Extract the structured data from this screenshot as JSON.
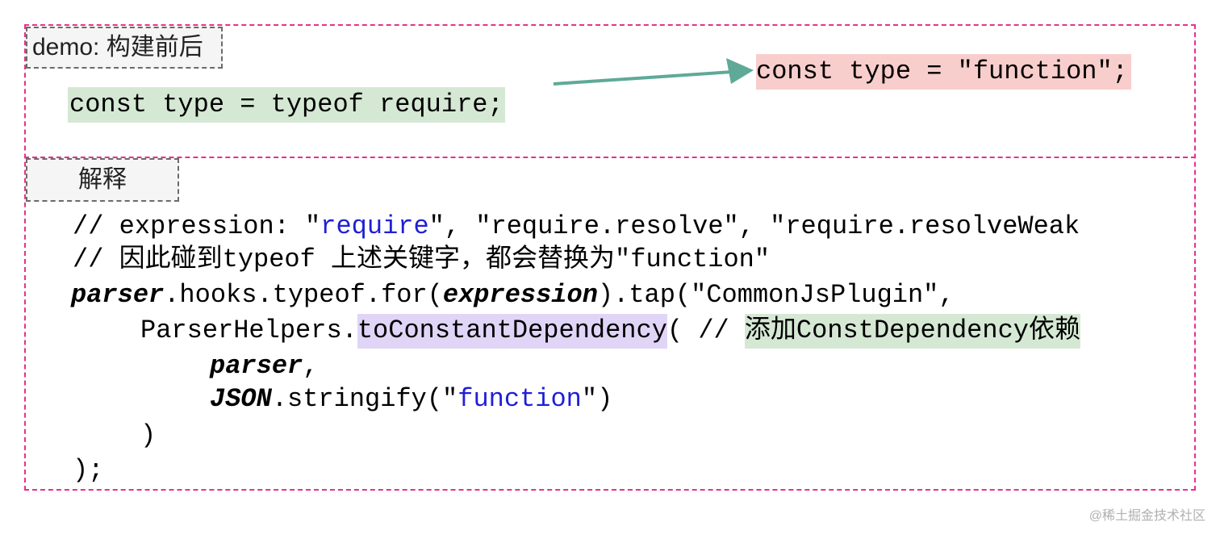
{
  "demo_section": {
    "tag": "demo: 构建前后",
    "before_code": "const type = typeof require;",
    "after_code": "const type = \"function\";"
  },
  "explain_section": {
    "tag": "解释",
    "line1_prefix": "// expression: \"",
    "line1_kw": "require",
    "line1_suffix": "\", \"require.resolve\", \"require.resolveWeak",
    "line2": "// 因此碰到typeof 上述关键字，都会替换为\"function\"",
    "line3_parser": "parser",
    "line3_mid": ".hooks.typeof.for(",
    "line3_expression": "expression",
    "line3_end": ").tap(\"CommonJsPlugin\",",
    "line4_prefix": "ParserHelpers.",
    "line4_method": "toConstantDependency",
    "line4_mid": "( // ",
    "line4_comment": "添加ConstDependency依赖",
    "line5_parser": "parser",
    "line5_comma": ",",
    "line6_json": "JSON",
    "line6_mid": ".stringify(\"",
    "line6_kw": "function",
    "line6_end": "\")",
    "line7": ")",
    "line8": ");"
  },
  "colors": {
    "dashed_border": "#e6318e",
    "arrow": "#5fa998",
    "green_highlight": "#d5e8d4",
    "red_highlight": "#f8cecc",
    "purple_highlight": "#e1d5f7",
    "keyword_blue": "#1f1fd6"
  },
  "watermark": "@稀土掘金技术社区"
}
